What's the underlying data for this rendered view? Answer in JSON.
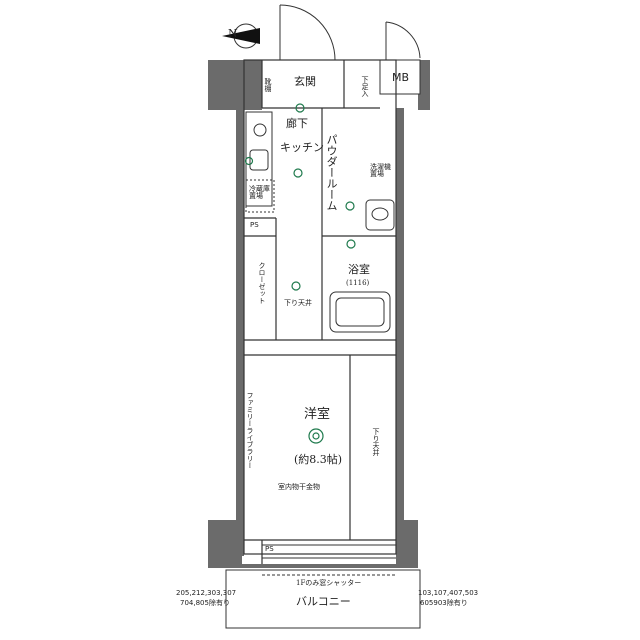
{
  "compass": {
    "north": "N",
    "icon": "compass-arrow-icon"
  },
  "rooms": {
    "entrance": "玄関",
    "shoe_box": "下足入",
    "shoe_shelf": "靴棚",
    "meter_box": "MB",
    "corridor_kitchen_1": "廊下",
    "corridor_kitchen_2": "キッチン",
    "powder_room": "パウダールーム",
    "washer": "洗濯機\n置場",
    "fridge": "冷蔵庫\n置場",
    "ps_upper": "PS",
    "closet": "クローゼット",
    "ceiling_drop_1": "下り天井",
    "bath": "浴室",
    "bath_size": "(1116)",
    "western_room": "洋室",
    "western_size": "(約8.3帖)",
    "ceiling_drop_2": "下り天井",
    "family_library": "ファミリーライブラリー",
    "drying": "室内物干金物",
    "ps_lower": "PS",
    "shutter": "1Fのみ窓シャッター",
    "balcony": "バルコニー"
  },
  "notes": {
    "left_1": "205,212,303,307",
    "left_2": "704,805除有り",
    "right_1": "103,107,407,503",
    "right_2": "605903除有り"
  },
  "colors": {
    "line": "#3a3a3a",
    "wall": "#5f5f5f",
    "accent": "#1f7a4d"
  }
}
